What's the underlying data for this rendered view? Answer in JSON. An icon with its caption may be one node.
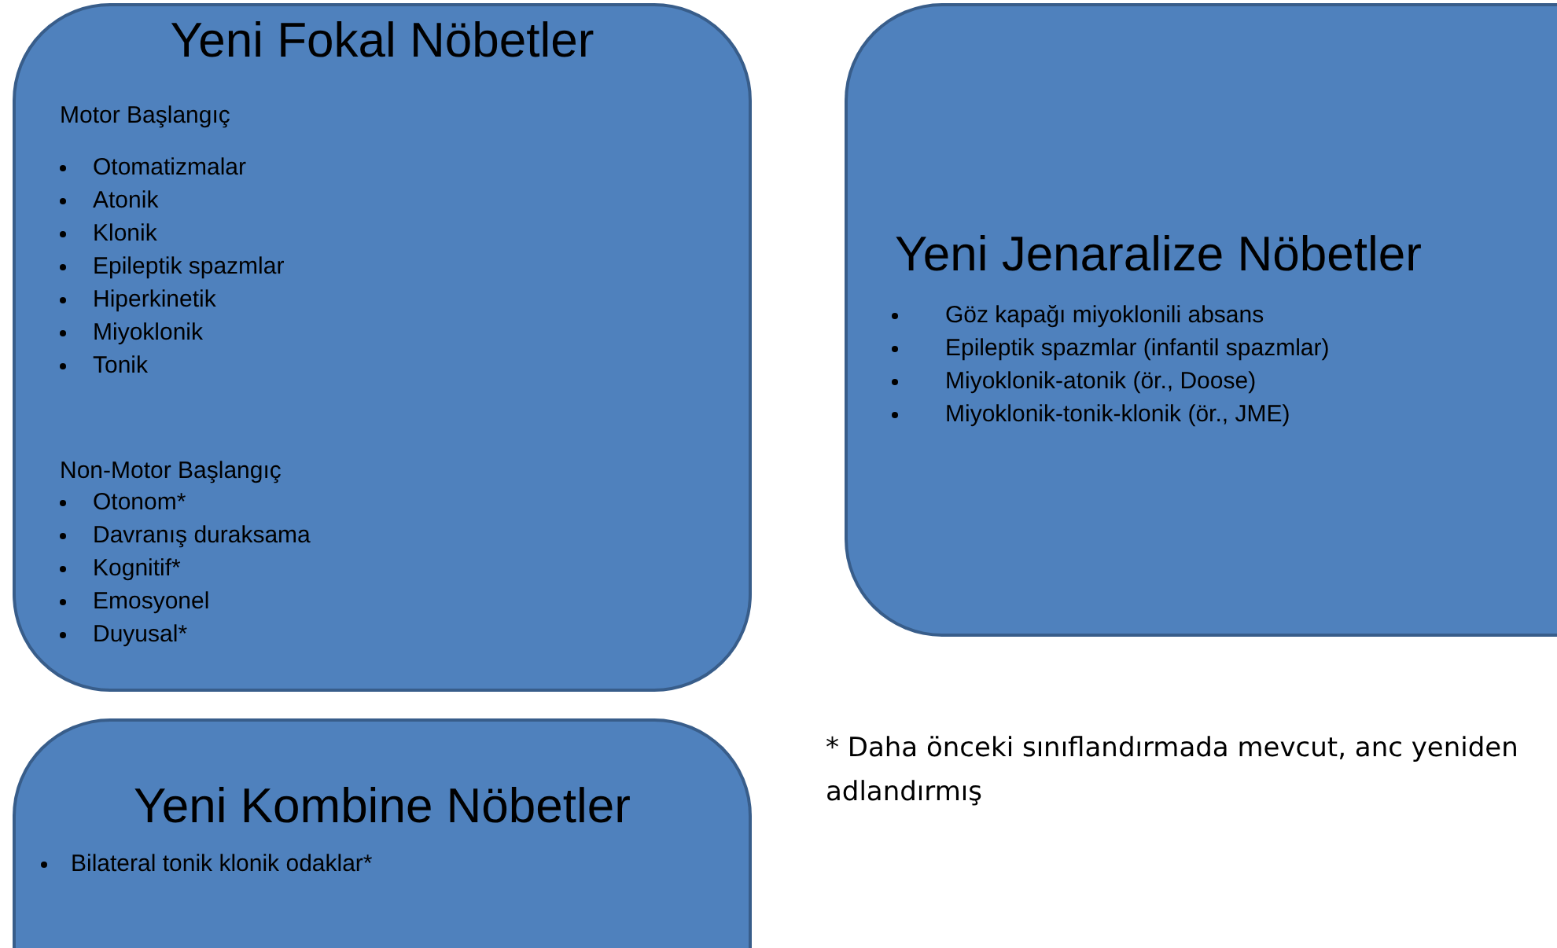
{
  "diagram": {
    "nodes": [
      {
        "text": [
          "Yeni Fokal Nöbetler",
          "Motor Başlangıç",
          "Otomatizmalar",
          "Atonik",
          "Klonik",
          "Epileptik spazmlar",
          "Hiperkinetik",
          "Miyoklonik",
          "Tonik",
          "Non-Motor Başlangıç",
          "Otonom*",
          "Davranış duraksama",
          "Kognitif*",
          "Emosyonel",
          "Duyusal*"
        ]
      },
      {
        "text": [
          "Yeni Jenaralize Nöbetler",
          "Göz kapağı miyoklonili absans",
          "Epileptik spazmlar (infantil spazmlar)",
          "Miyoklonik-atonik (ör., Doose)",
          "Miyoklonik-tonik-klonik (ör., JME)"
        ]
      },
      {
        "text": [
          "Yeni Kombine Nöbetler",
          "Bilateral tonik klonik odaklar*"
        ]
      }
    ],
    "labels": [
      "* Daha önceki sınıflandırmada mevcut, anc yeniden adlandırmış"
    ]
  }
}
